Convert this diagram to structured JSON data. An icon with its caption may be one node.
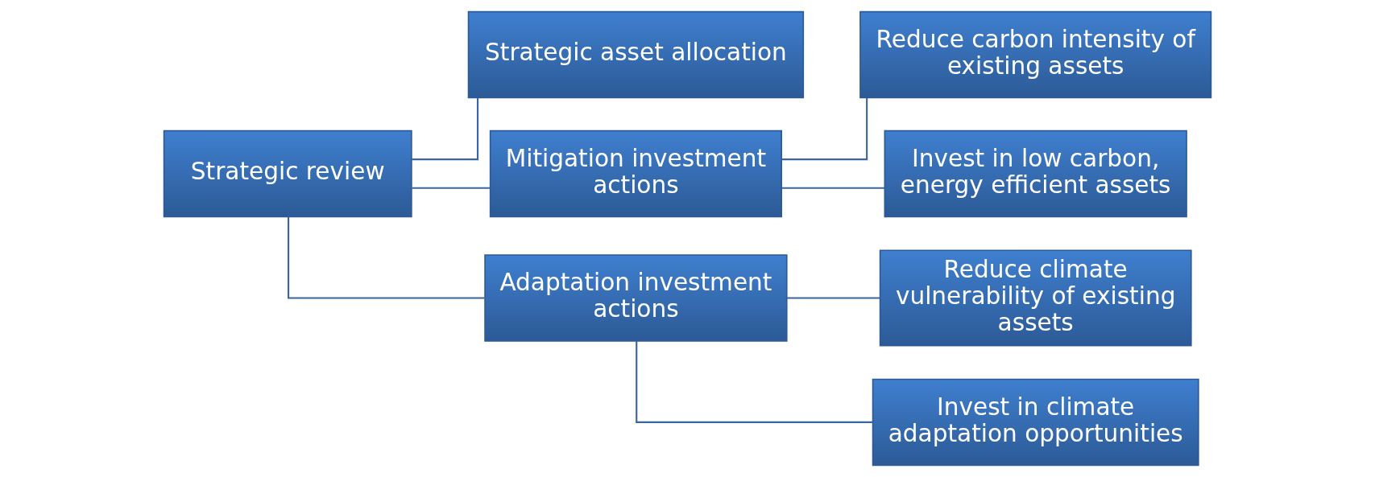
{
  "diagram": {
    "nodes": [
      {
        "text": [
          "Strategic review"
        ]
      },
      {
        "text": [
          "Strategic asset allocation"
        ]
      },
      {
        "text": [
          "Mitigation investment actions"
        ]
      },
      {
        "text": [
          "Adaptation investment actions"
        ]
      },
      {
        "text": [
          "Reduce carbon intensity of existing assets"
        ]
      },
      {
        "text": [
          "Invest in low carbon, energy efficient assets"
        ]
      },
      {
        "text": [
          "Reduce climate vulnerability of existing assets"
        ]
      },
      {
        "text": [
          "Invest in climate adaptation opportunities"
        ]
      }
    ],
    "edges": [
      {
        "from": 0,
        "to": 1,
        "arrow": "none"
      },
      {
        "from": 0,
        "to": 2,
        "arrow": "none"
      },
      {
        "from": 0,
        "to": 3,
        "arrow": "none"
      },
      {
        "from": 2,
        "to": 4,
        "arrow": "none"
      },
      {
        "from": 2,
        "to": 5,
        "arrow": "none"
      },
      {
        "from": 3,
        "to": 6,
        "arrow": "none"
      },
      {
        "from": 3,
        "to": 7,
        "arrow": "none"
      }
    ]
  }
}
